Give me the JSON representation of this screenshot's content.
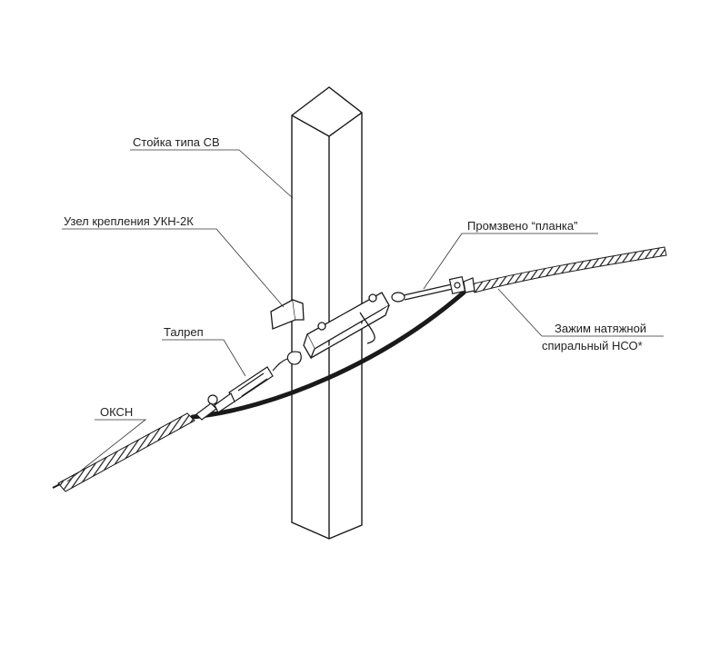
{
  "labels": {
    "pole": "Стойка типа СВ",
    "mount": "Узел крепления УКН-2К",
    "link": "Промзвено “планка”",
    "turnbuckle": "Талреп",
    "cable": "ОКСН",
    "clamp_line1": "Зажим натяжной",
    "clamp_line2": "спиральный НСО*"
  },
  "colors": {
    "line": "#1a1a1a",
    "cable": "#222222",
    "background": "#ffffff"
  }
}
